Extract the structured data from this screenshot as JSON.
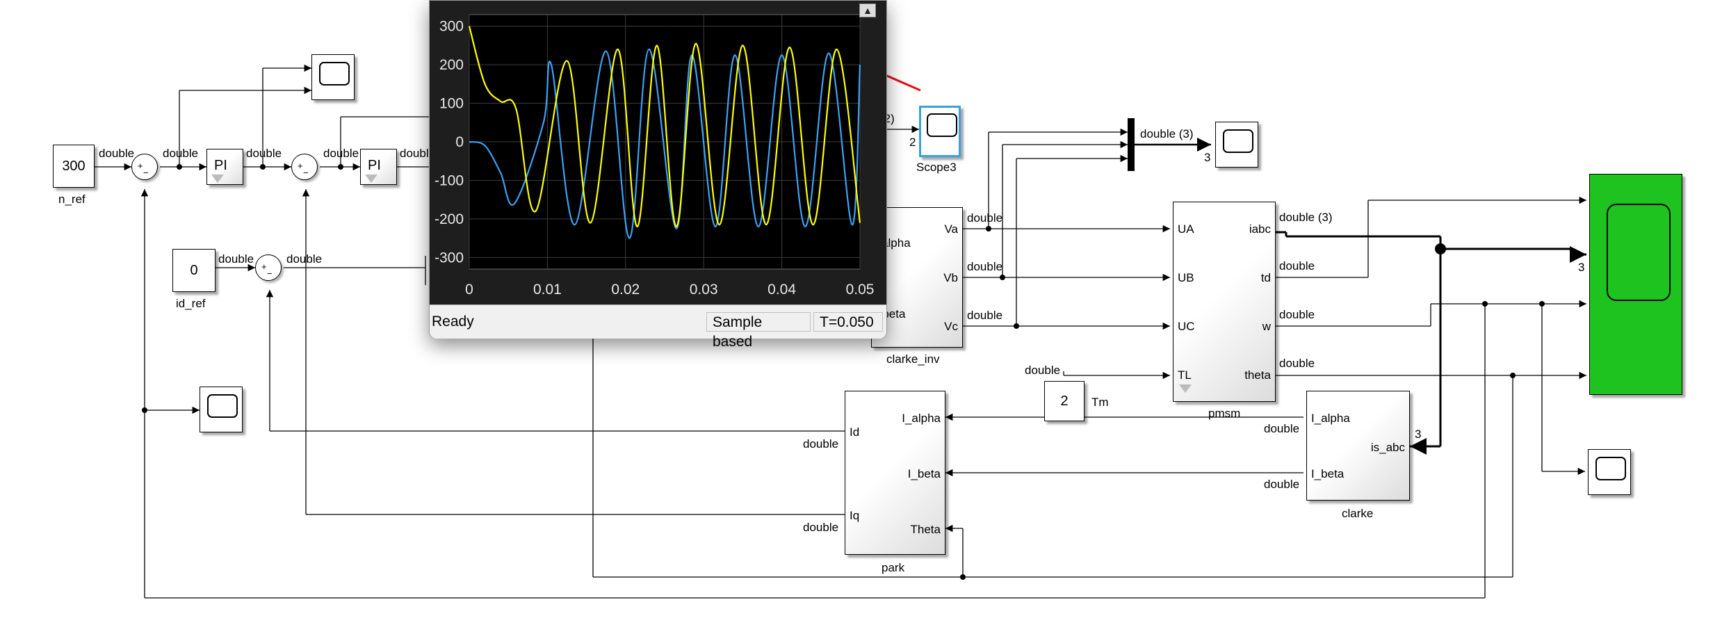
{
  "blocks": {
    "n_ref": {
      "value": "300",
      "label": "n_ref"
    },
    "id_ref": {
      "value": "0",
      "label": "id_ref"
    },
    "tm": {
      "value": "2",
      "label": "Tm"
    },
    "pi1": {
      "label": "PI"
    },
    "pi2": {
      "label": "PI"
    },
    "scope3": {
      "label": "Scope3"
    },
    "clarke_inv": {
      "label": "clarke_inv",
      "inputs": [
        "Valpha",
        "Vbeta"
      ],
      "outputs": [
        "Va",
        "Vb",
        "Vc"
      ]
    },
    "pmsm": {
      "label": "pmsm",
      "inputs": [
        "UA",
        "UB",
        "UC",
        "TL"
      ],
      "outputs": [
        "iabc",
        "td",
        "w",
        "theta"
      ]
    },
    "park": {
      "label": "park",
      "inputs": [
        "I_alpha",
        "I_beta",
        "Theta"
      ],
      "outputs": [
        "Id",
        "Iq"
      ]
    },
    "clarke": {
      "label": "clarke",
      "inputs": [
        "is_abc"
      ],
      "outputs": [
        "I_alpha",
        "I_beta"
      ]
    }
  },
  "signals": {
    "double": "double",
    "double3": "double (3)",
    "double2_partial": "(2)",
    "num2": "2",
    "num3": "3",
    "plus": "+",
    "minus": "−"
  },
  "scope_window": {
    "status": "Ready",
    "mode": "Sample based",
    "time": "T=0.050",
    "undock_icon": "undock-icon",
    "chart_data": {
      "type": "line",
      "xlim": [
        0,
        0.05
      ],
      "ylim": [
        -330,
        330
      ],
      "x_ticks": [
        "0",
        "0.01",
        "0.02",
        "0.03",
        "0.04",
        "0.05"
      ],
      "y_ticks": [
        "300",
        "200",
        "100",
        "0",
        "-100",
        "-200",
        "-300"
      ],
      "grid": true,
      "series": [
        {
          "color": "#ffff00",
          "description_points": [
            [
              0,
              300
            ],
            [
              0.002,
              150
            ],
            [
              0.004,
              105
            ],
            [
              0.006,
              85
            ],
            [
              0.0085,
              -180
            ],
            [
              0.0125,
              210
            ],
            [
              0.0155,
              -210
            ],
            [
              0.019,
              240
            ],
            [
              0.0215,
              -220
            ],
            [
              0.024,
              250
            ],
            [
              0.0265,
              -220
            ],
            [
              0.029,
              255
            ],
            [
              0.032,
              -215
            ],
            [
              0.035,
              250
            ],
            [
              0.038,
              -215
            ],
            [
              0.041,
              245
            ],
            [
              0.044,
              -215
            ],
            [
              0.047,
              240
            ],
            [
              0.05,
              -210
            ]
          ]
        },
        {
          "color": "#3ba3f5",
          "description_points": [
            [
              0,
              0
            ],
            [
              0.002,
              -10
            ],
            [
              0.004,
              -80
            ],
            [
              0.0058,
              -160
            ],
            [
              0.0095,
              50
            ],
            [
              0.0105,
              200
            ],
            [
              0.0135,
              -215
            ],
            [
              0.0175,
              235
            ],
            [
              0.0205,
              -250
            ],
            [
              0.023,
              240
            ],
            [
              0.0265,
              -225
            ],
            [
              0.0285,
              225
            ],
            [
              0.0315,
              -220
            ],
            [
              0.034,
              225
            ],
            [
              0.037,
              -220
            ],
            [
              0.04,
              225
            ],
            [
              0.043,
              -220
            ],
            [
              0.046,
              230
            ],
            [
              0.049,
              -215
            ],
            [
              0.05,
              200
            ]
          ]
        }
      ]
    }
  },
  "colors": {
    "scope_bg": "#000000",
    "yellow_trace": "#ffff00",
    "blue_trace": "#3ba3f5",
    "big_scope": "#1fc31f",
    "scope3_highlight": "#3aa0e0",
    "annotation_arrow": "#e01010"
  }
}
